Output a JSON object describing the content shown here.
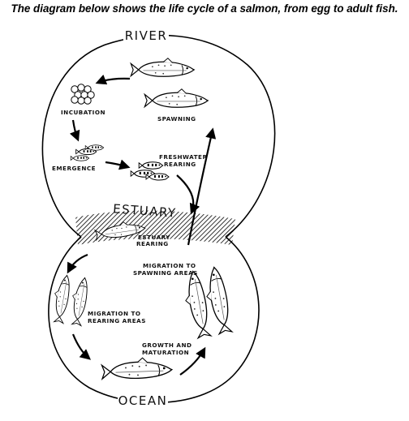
{
  "title": "The diagram below shows the life cycle of a salmon, from egg to adult fish.",
  "regions": {
    "river": "RIVER",
    "estuary": "ESTUARY",
    "ocean": "OCEAN"
  },
  "stages": {
    "incubation": "INCUBATION",
    "spawning": "SPAWNING",
    "emergence": "EMERGENCE",
    "freshwater_rearing": [
      "FRESHWATER",
      "REARING"
    ],
    "estuary_rearing": [
      "ESTUARY",
      "REARING"
    ],
    "migration_spawning": [
      "MIGRATION TO",
      "SPAWNING AREAS"
    ],
    "migration_rearing": [
      "MIGRATION TO",
      "REARING AREAS"
    ],
    "growth": [
      "GROWTH AND",
      "MATURATION"
    ]
  }
}
